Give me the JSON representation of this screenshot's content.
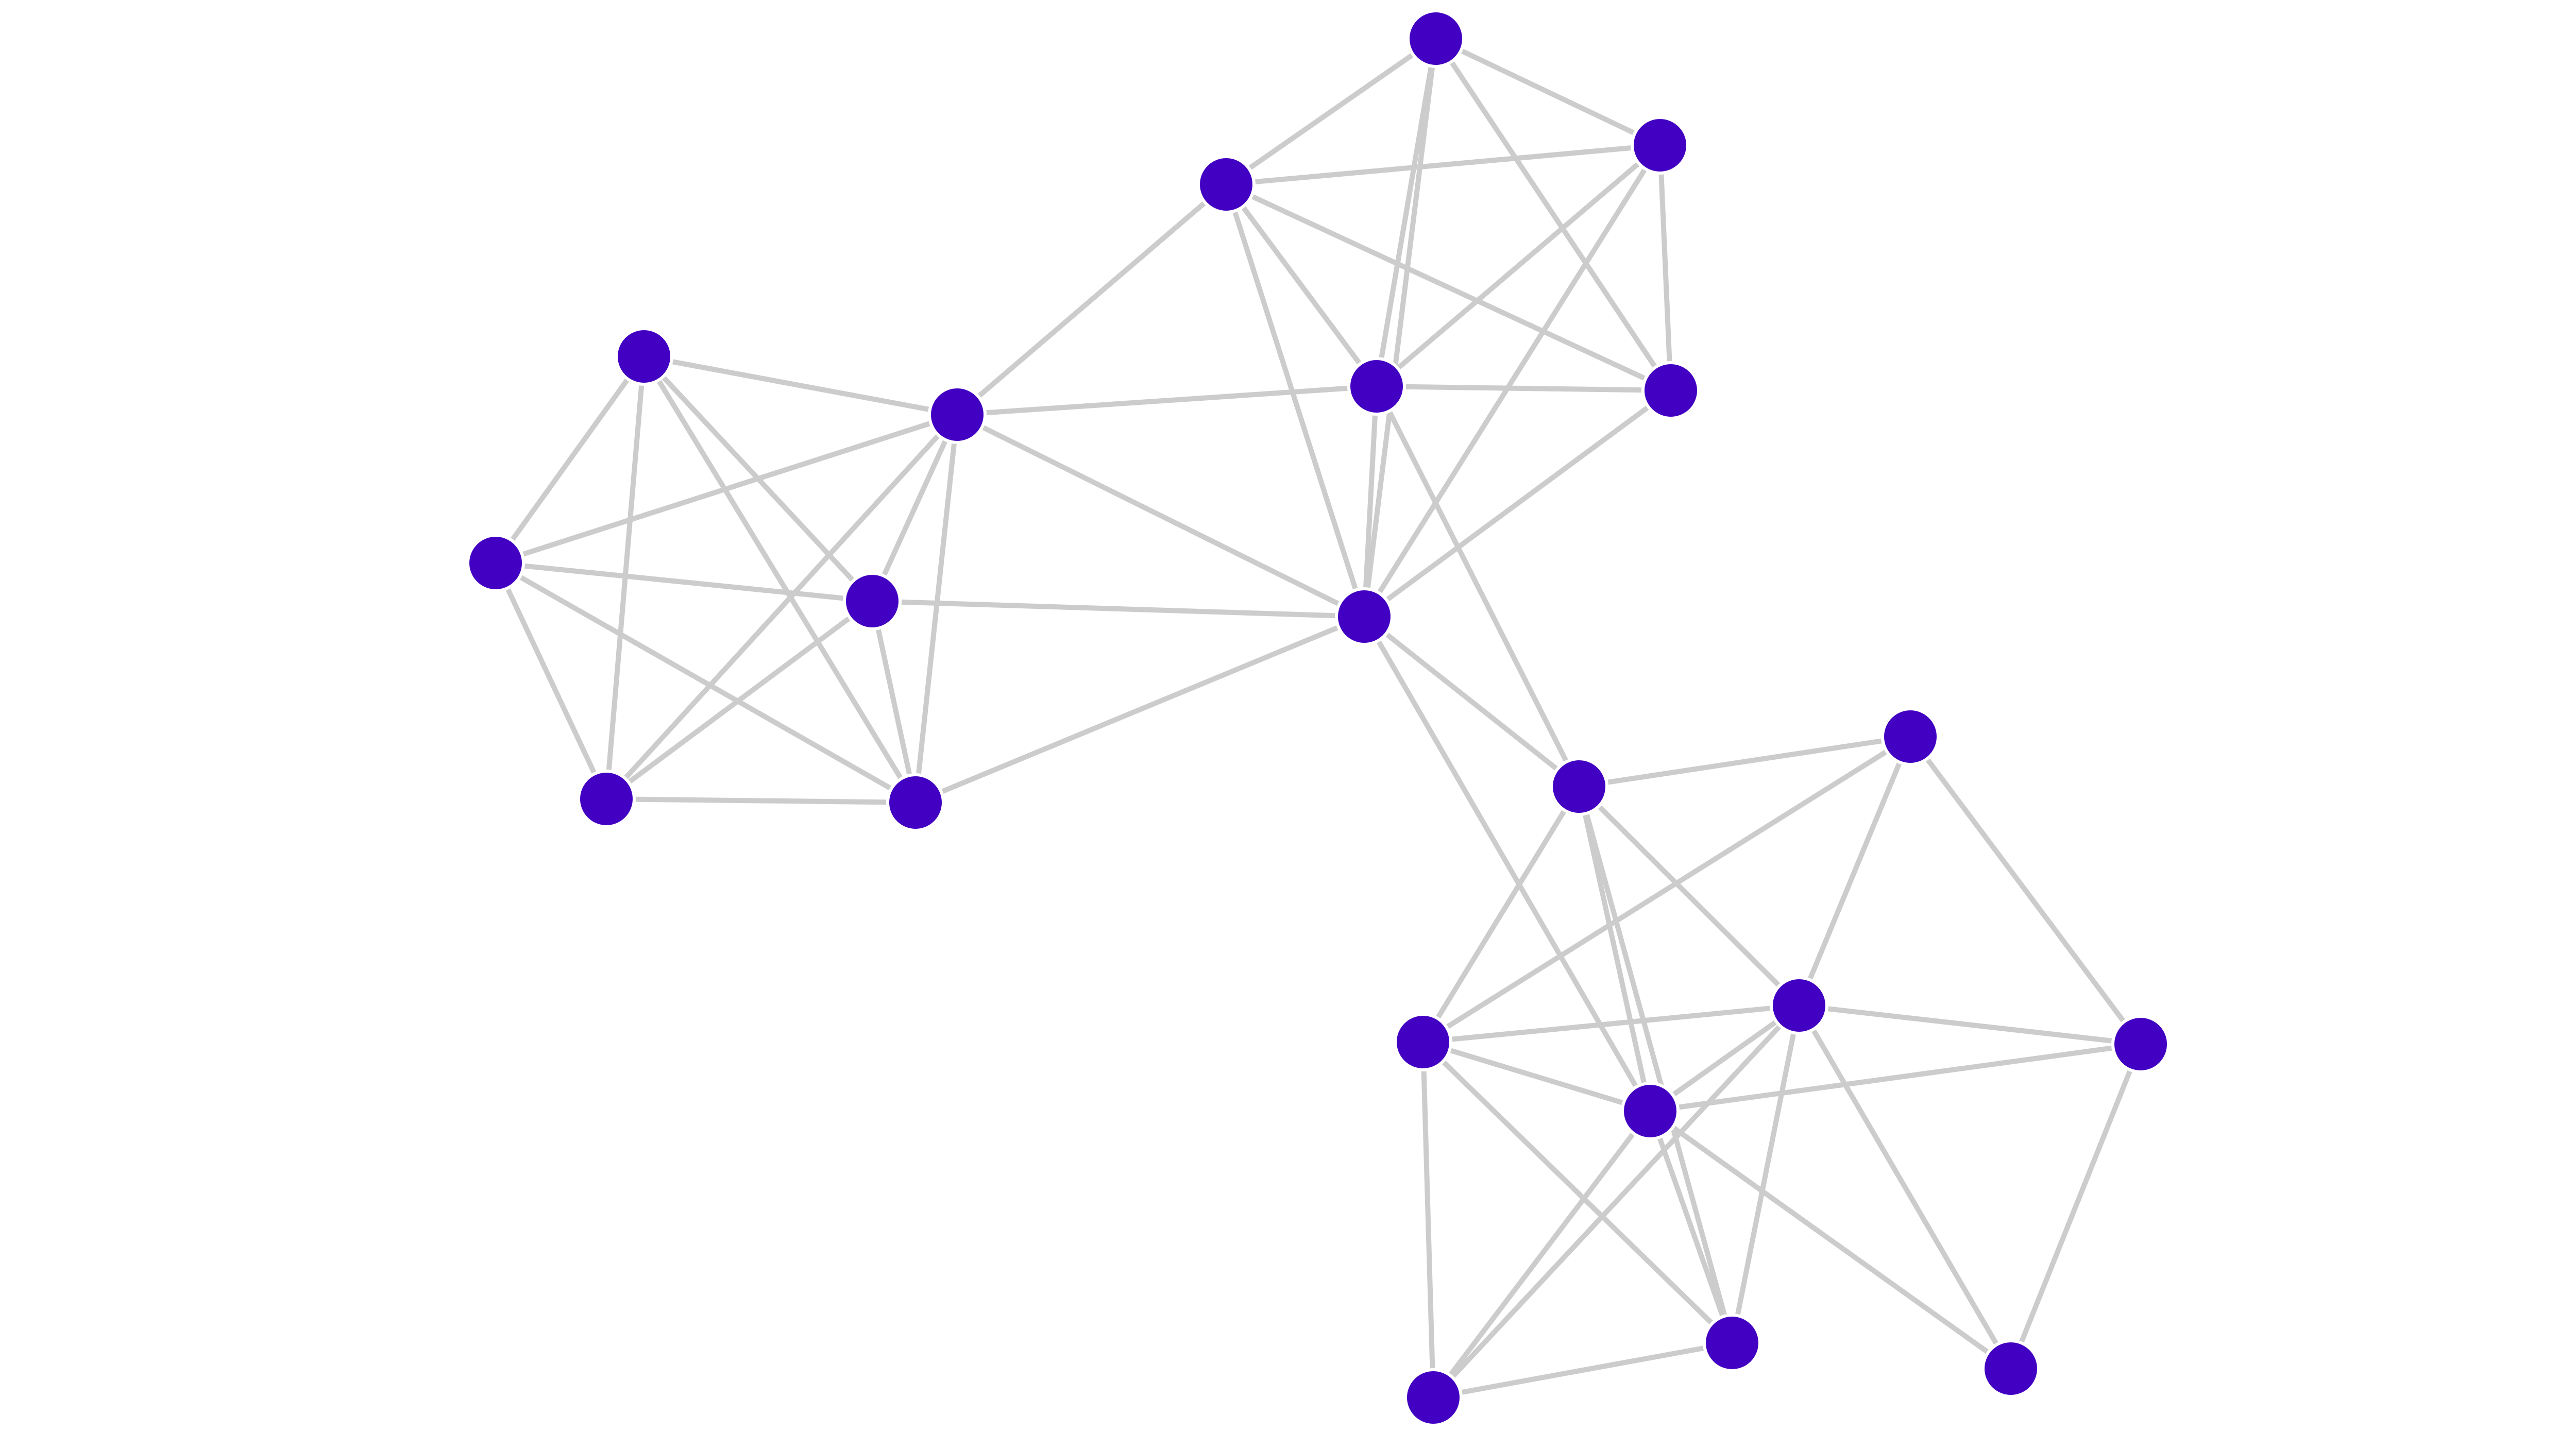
{
  "graph": {
    "node_color": "#4200C2",
    "edge_color": "#CCCCCC",
    "background_color": "#FFFFFF",
    "nodes": [
      {
        "id": "n1"
      },
      {
        "id": "n2"
      },
      {
        "id": "n3"
      },
      {
        "id": "n4"
      },
      {
        "id": "n5"
      },
      {
        "id": "n6"
      },
      {
        "id": "n7"
      },
      {
        "id": "n8"
      },
      {
        "id": "n9"
      },
      {
        "id": "n10"
      },
      {
        "id": "n11"
      },
      {
        "id": "n12"
      },
      {
        "id": "n13"
      },
      {
        "id": "n14"
      },
      {
        "id": "n15"
      },
      {
        "id": "n16"
      },
      {
        "id": "n17"
      },
      {
        "id": "n18"
      },
      {
        "id": "n19"
      },
      {
        "id": "n20"
      }
    ],
    "edges": [
      [
        "n1",
        "n2"
      ],
      [
        "n1",
        "n3"
      ],
      [
        "n1",
        "n4"
      ],
      [
        "n1",
        "n5"
      ],
      [
        "n1",
        "n6"
      ],
      [
        "n1",
        "n7"
      ],
      [
        "n2",
        "n3"
      ],
      [
        "n2",
        "n4"
      ],
      [
        "n2",
        "n5"
      ],
      [
        "n2",
        "n6"
      ],
      [
        "n2",
        "n8"
      ],
      [
        "n3",
        "n4"
      ],
      [
        "n3",
        "n6"
      ],
      [
        "n3",
        "n7"
      ],
      [
        "n4",
        "n5"
      ],
      [
        "n4",
        "n6"
      ],
      [
        "n5",
        "n6"
      ],
      [
        "n5",
        "n8"
      ],
      [
        "n8",
        "n9"
      ],
      [
        "n8",
        "n10"
      ],
      [
        "n8",
        "n11"
      ],
      [
        "n8",
        "n12"
      ],
      [
        "n8",
        "n13"
      ],
      [
        "n9",
        "n10"
      ],
      [
        "n9",
        "n11"
      ],
      [
        "n9",
        "n12"
      ],
      [
        "n9",
        "n13"
      ],
      [
        "n10",
        "n11"
      ],
      [
        "n10",
        "n12"
      ],
      [
        "n10",
        "n13"
      ],
      [
        "n11",
        "n12"
      ],
      [
        "n11",
        "n13"
      ],
      [
        "n12",
        "n13"
      ],
      [
        "n12",
        "n14"
      ],
      [
        "n13",
        "n14"
      ],
      [
        "n13",
        "n19"
      ],
      [
        "n14",
        "n15"
      ],
      [
        "n14",
        "n16"
      ],
      [
        "n14",
        "n17"
      ],
      [
        "n14",
        "n18"
      ],
      [
        "n14",
        "n19"
      ],
      [
        "n15",
        "n16"
      ],
      [
        "n15",
        "n17"
      ],
      [
        "n15",
        "n20"
      ],
      [
        "n16",
        "n17"
      ],
      [
        "n16",
        "n18"
      ],
      [
        "n16",
        "n20"
      ],
      [
        "n17",
        "n18"
      ],
      [
        "n17",
        "n19"
      ],
      [
        "n17",
        "n20"
      ],
      [
        "n18",
        "n19"
      ],
      [
        "n18",
        "n20"
      ],
      [
        "n19",
        "n20"
      ],
      [
        "n15",
        "n19"
      ],
      [
        "n17",
        "n20"
      ]
    ]
  }
}
